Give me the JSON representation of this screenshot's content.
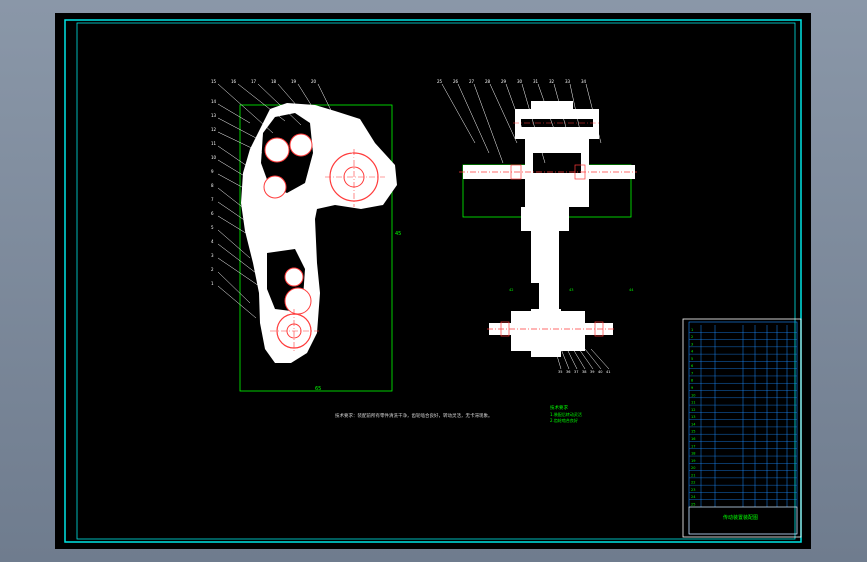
{
  "drawing": {
    "background": "#000000",
    "frame_color": "#00e5e5",
    "outline_color": "#00ff00",
    "part_color": "#ffffff",
    "center_line_color": "#ff3b3b",
    "leader_color": "#ffffff",
    "title_block_color": "#1a8cff"
  },
  "left_view": {
    "callouts": [
      "15",
      "16",
      "17",
      "18",
      "19",
      "20",
      "14",
      "13",
      "12",
      "11",
      "10",
      "9",
      "8",
      "7",
      "6",
      "5",
      "4",
      "3",
      "2",
      "1"
    ],
    "dim_width": "65",
    "dim_height": "45"
  },
  "right_view": {
    "callouts_top": [
      "25",
      "26",
      "27",
      "28",
      "29",
      "30",
      "31",
      "32",
      "33",
      "34"
    ],
    "callouts_bottom": [
      "35",
      "36",
      "37",
      "38",
      "39",
      "40",
      "41"
    ],
    "callouts_side": [
      "42",
      "43",
      "44"
    ]
  },
  "notes": {
    "main": "技术要求：装配前所有零件清洗干净，齿轮啮合良好，转动灵活，无卡滞现象。",
    "tech_title": "技术要求",
    "tech_lines": [
      "1.装配后转动灵活",
      "2.齿轮啮合良好"
    ]
  },
  "title_block": {
    "rows": [
      "1",
      "2",
      "3",
      "4",
      "5",
      "6",
      "7",
      "8",
      "9",
      "10",
      "11",
      "12",
      "13",
      "14",
      "15",
      "16",
      "17",
      "18",
      "19",
      "20",
      "21",
      "22",
      "23",
      "24",
      "25"
    ],
    "name": "传动装置装配图"
  }
}
